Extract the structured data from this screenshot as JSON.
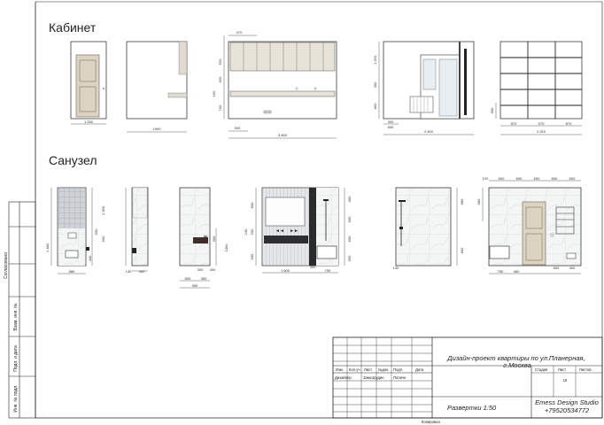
{
  "sections": {
    "cabinet": "Кабинет",
    "bathroom": "Санузел"
  },
  "dimensions": {
    "cab_door_width": "1 250",
    "cab_wall2_width": "1900",
    "cab_top": "470",
    "cab_v1": "550",
    "cab_v2": "650",
    "cab_v3": "160",
    "cab_v4": "700",
    "cab_left": "500",
    "cab_total": "3 800",
    "win_top": "1 250",
    "win_mid": "300",
    "win_low": "850",
    "win_b1": "300",
    "win_b2": "600",
    "win_total": "2 600",
    "shelf_side": "600",
    "shelf_a": "870",
    "shelf_b": "570",
    "shelf_c": "870",
    "shelf_total": "2 910",
    "b1_height": "1 480",
    "b1_width": "880",
    "b1_v1": "1 390",
    "b1_v2": "600",
    "b1_v3": "500",
    "b1_v4": "440",
    "b2_a": "130",
    "b2_b": "400",
    "b3_v1": "1060",
    "b3_v2": "300",
    "b3_b1": "300",
    "b3_b2": "400",
    "b3_c1": "600",
    "b3_c2": "350",
    "b3_total": "950",
    "b4_total": "1 600",
    "b4_a": "300",
    "b4_b": "750",
    "b4_v1": "800",
    "b4_v2": "240",
    "b4_v3": "200",
    "b4_v4": "600",
    "b4_r1": "600",
    "b4_r2": "600",
    "b4_r3": "600",
    "b4_r4": "560",
    "b5_v1": "680",
    "b5_v2": "800",
    "b5_a": "130",
    "b6_top1": "120",
    "b6_top2": "600",
    "b6_top3": "600",
    "b6_top4": "600",
    "b6_top5": "600",
    "b6_top6": "600",
    "b6_left": "680",
    "b6_b1": "750",
    "b6_b2": "460",
    "b6_b3": "600",
    "b6_b4": "400"
  },
  "side_stamp": {
    "agreed": "Согласовано",
    "inv_replace": "Взам. инв. №",
    "sign_date": "Подп. и дата",
    "inv_orig": "Инв. № подл."
  },
  "title_block": {
    "project": "Дизайн-проект квартиры по ул.Планерная, г.Москва",
    "col_change": "Изм.",
    "col_count": "Кол.уч",
    "col_sheet": "Лист",
    "col_doc": "№док.",
    "col_sign": "Подп.",
    "col_date": "Дата",
    "role_designer": "Дизайнер",
    "designer_name": "Замсорудин",
    "designer_sign": "Попиче",
    "stage": "Стадия",
    "sheet": "Лист",
    "sheets": "Листов",
    "sheet_number": "16",
    "drawing_title": "Развертки  1:50",
    "studio": "Emess Design Studio",
    "phone": "+79520534772",
    "copied": "Копировал"
  }
}
